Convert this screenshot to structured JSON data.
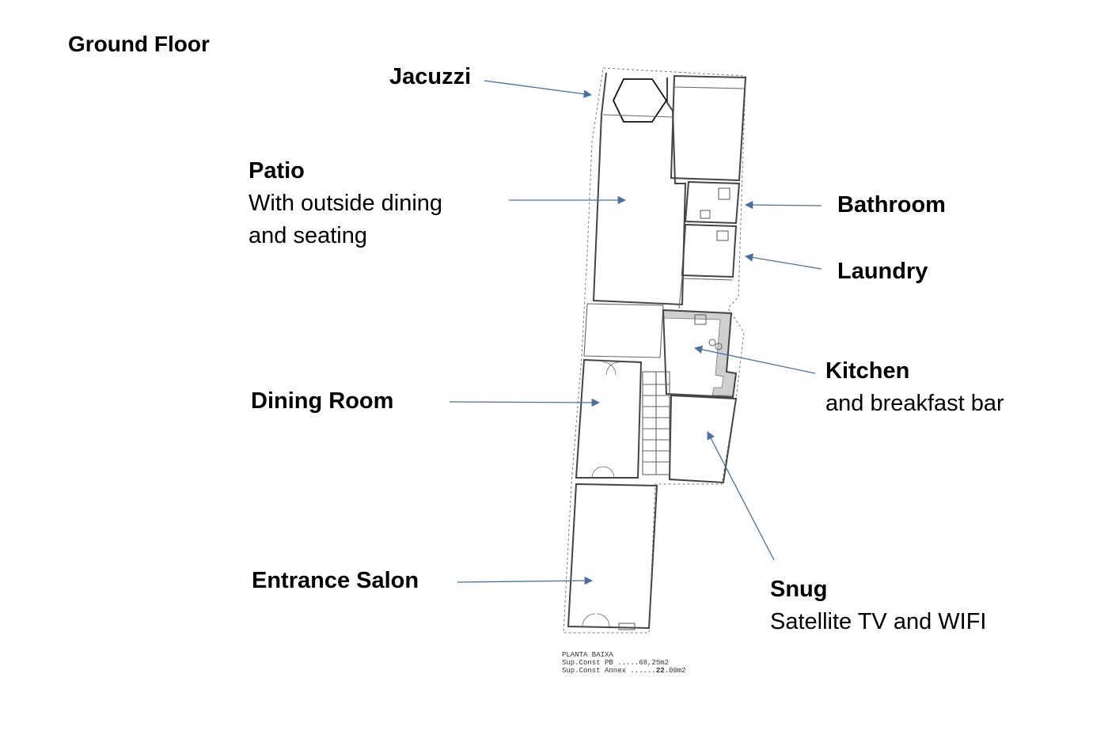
{
  "title": "Ground Floor",
  "labels": {
    "jacuzzi": {
      "title": "Jacuzzi"
    },
    "patio": {
      "title": "Patio",
      "line1": "With outside dining",
      "line2": "and seating"
    },
    "bathroom": {
      "title": "Bathroom"
    },
    "laundry": {
      "title": "Laundry"
    },
    "kitchen": {
      "title": "Kitchen",
      "line1": "and breakfast bar"
    },
    "dining": {
      "title": "Dining Room"
    },
    "entrance": {
      "title": "Entrance Salon"
    },
    "snug": {
      "title": "Snug",
      "line1": "Satellite TV and WIFI"
    }
  },
  "plan_caption": {
    "line1": "PLANTA  BAIXA",
    "line2_label": "Sup.Const  PB  ",
    "line2_value": ".....68,25m2",
    "line3_label": "Sup.Const  Annex  ",
    "line3_dots": "......",
    "line3_value": "22",
    "line3_unit": ".00m2"
  },
  "colors": {
    "arrow": "#4a6fa5",
    "wall": "#444444"
  }
}
